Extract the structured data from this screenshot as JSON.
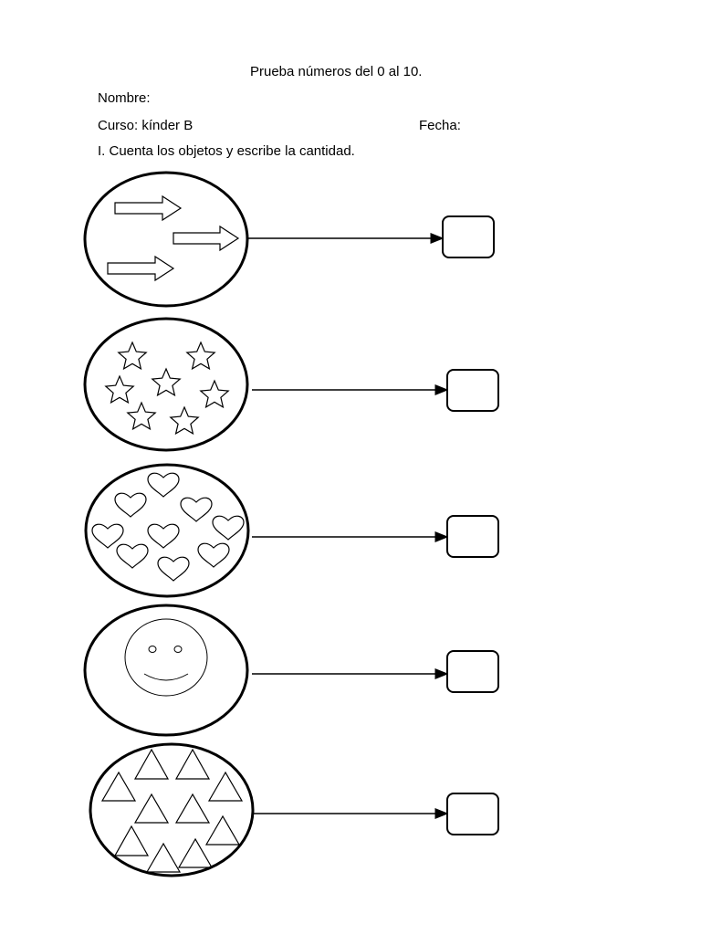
{
  "title": "Prueba números del 0 al 10.",
  "name_label": "Nombre:",
  "course_label": "Curso: kínder B",
  "date_label": "Fecha:",
  "instruction": "I. Cuenta los objetos y escribe la cantidad.",
  "exercises": [
    {
      "item": "arrow",
      "count": 3
    },
    {
      "item": "star",
      "count": 7
    },
    {
      "item": "heart",
      "count": 9
    },
    {
      "item": "smiley-face",
      "count": 1
    },
    {
      "item": "triangle",
      "count": 10
    }
  ]
}
